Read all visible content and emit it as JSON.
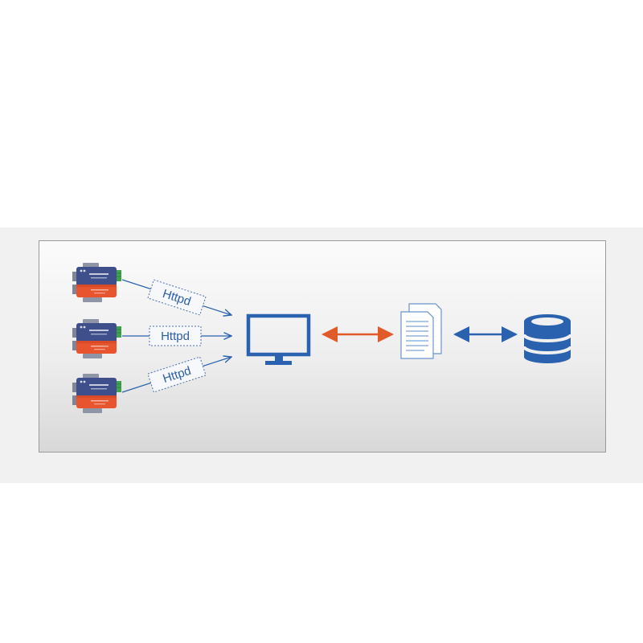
{
  "colors": {
    "blue": "#2a62b0",
    "orange": "#e05a2a",
    "device_top": "#3e4f8c",
    "device_bottom": "#e8542e",
    "terminal_green": "#3fa34d"
  },
  "icons": {
    "devices": "serial-device-server-icon",
    "computer": "monitor-icon",
    "files": "documents-icon",
    "database": "database-icon"
  },
  "connections": [
    {
      "label": "Httpd"
    },
    {
      "label": "Httpd"
    },
    {
      "label": "Httpd"
    }
  ]
}
